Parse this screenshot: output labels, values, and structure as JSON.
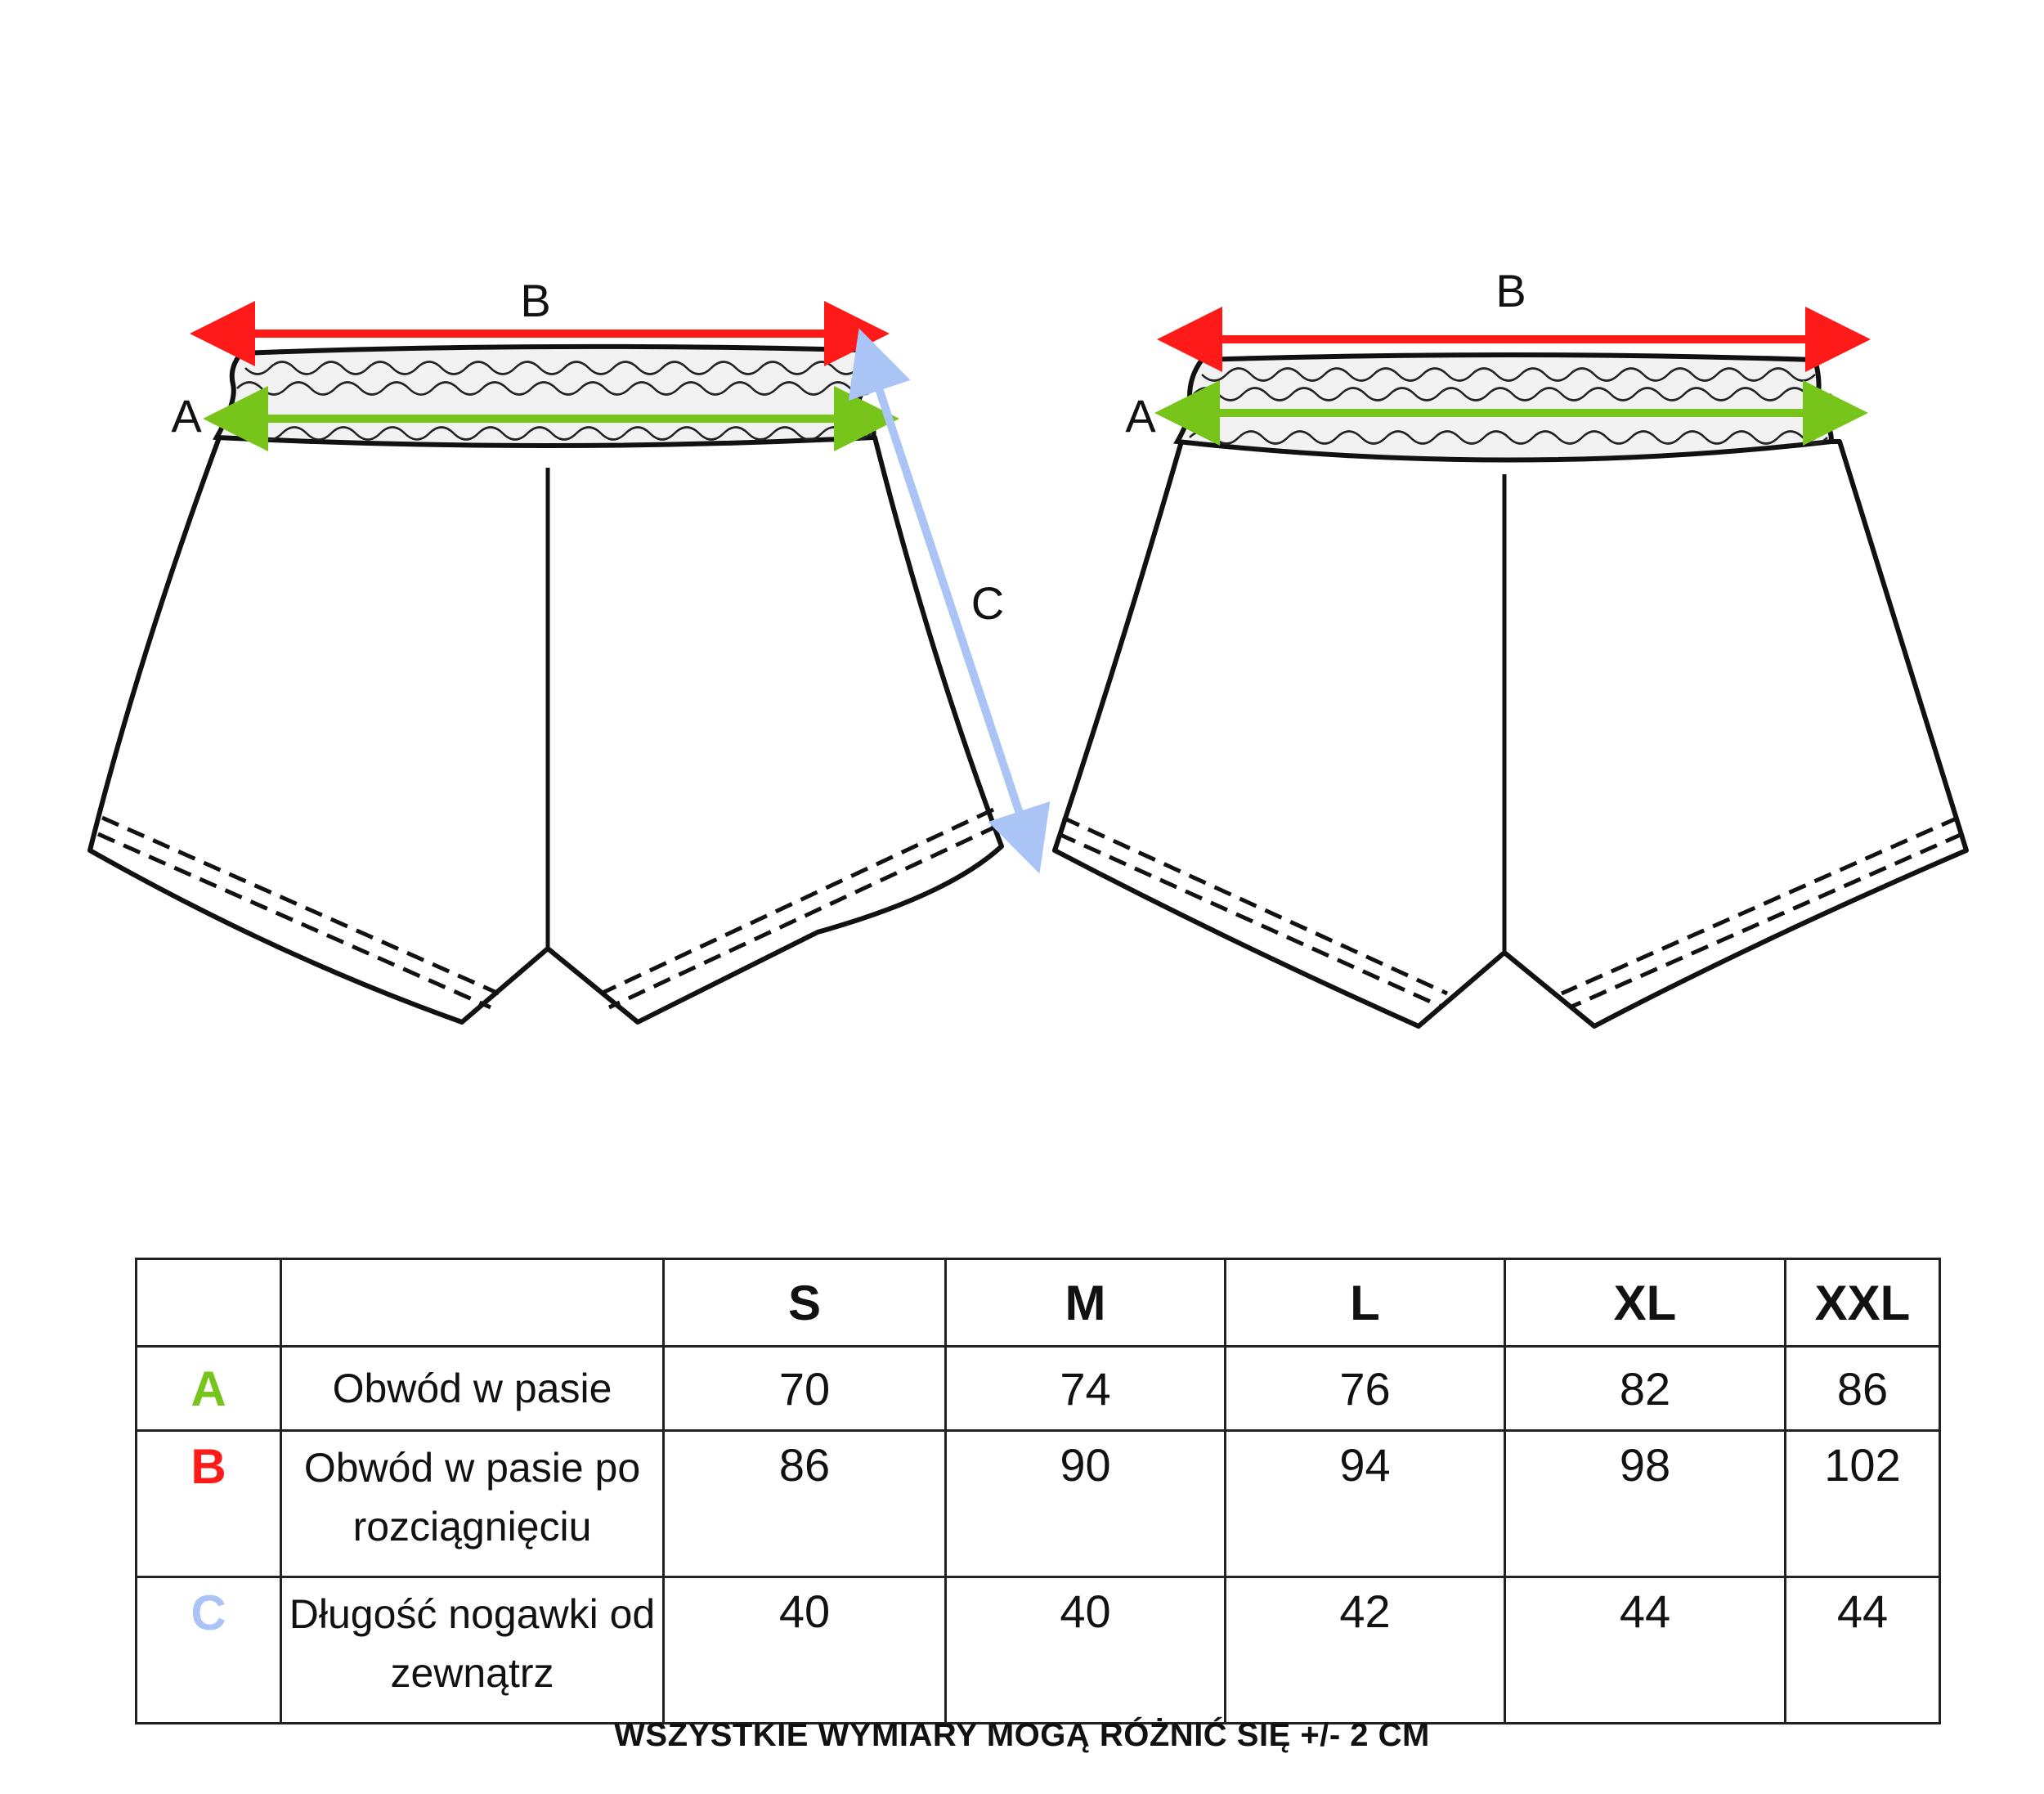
{
  "figure": {
    "labels": {
      "a": "A",
      "b": "B",
      "c": "C"
    },
    "colors": {
      "a": "#77c51a",
      "b": "#ff1a1a",
      "c": "#a9c4f5"
    }
  },
  "table": {
    "sizes": [
      "S",
      "M",
      "L",
      "XL",
      "XXL"
    ],
    "rows": [
      {
        "letter": "A",
        "color": "#77c51a",
        "description": "Obwód w pasie",
        "values": [
          "70",
          "74",
          "76",
          "82",
          "86"
        ]
      },
      {
        "letter": "B",
        "color": "#ff1a1a",
        "description": "Obwód w pasie po rozciągnięciu",
        "values": [
          "86",
          "90",
          "94",
          "98",
          "102"
        ]
      },
      {
        "letter": "C",
        "color": "#a9c4f5",
        "description": "Długość nogawki od zewnątrz",
        "values": [
          "40",
          "40",
          "42",
          "44",
          "44"
        ]
      }
    ]
  },
  "note": "WSZYSTKIE WYMIARY MOGĄ RÓŻNIĆ SIĘ +/- 2 CM"
}
